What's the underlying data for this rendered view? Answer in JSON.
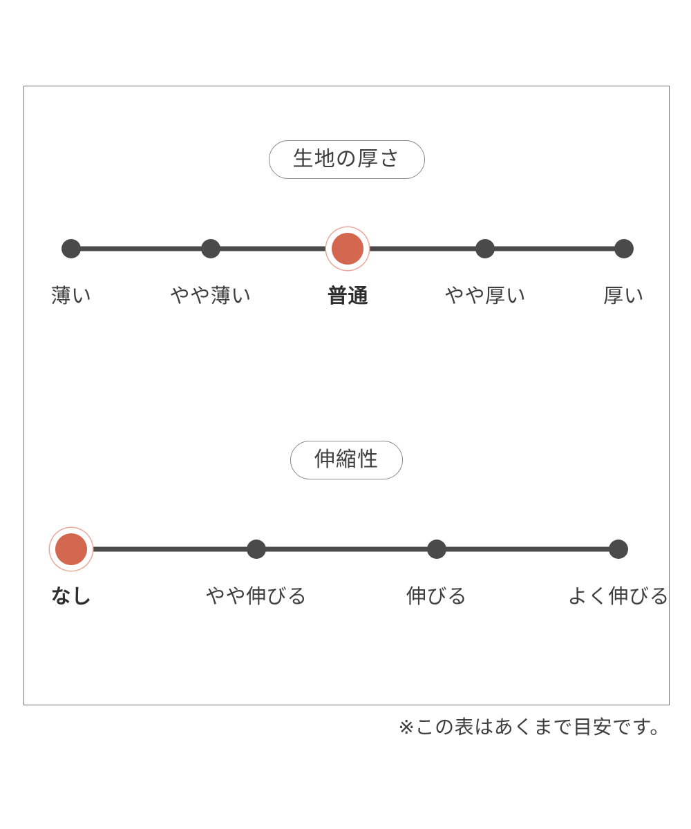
{
  "chart_data": {
    "type": "table",
    "title": "",
    "note": "※この表はあくまで目安です。",
    "scales": [
      {
        "name": "生地の厚さ",
        "categories": [
          "薄い",
          "やや薄い",
          "普通",
          "やや厚い",
          "厚い"
        ],
        "selected_index": 2,
        "selected_label": "普通",
        "positions_pct": [
          7.3,
          28.9,
          50.2,
          71.5,
          93.0
        ]
      },
      {
        "name": "伸縮性",
        "categories": [
          "なし",
          "やや伸びる",
          "伸びる",
          "よく伸びる"
        ],
        "selected_index": 0,
        "selected_label": "なし",
        "positions_pct": [
          7.3,
          36.0,
          64.0,
          92.2
        ]
      }
    ]
  },
  "colors": {
    "selected_dot": "#d4674f",
    "selected_ring": "#e8a999",
    "dot": "#4a4a4a",
    "track": "#4a4a4a",
    "panel_border": "#6f6f6f",
    "pill_border": "#8a8a8a",
    "text": "#3f3f3f",
    "background": "#ffffff"
  },
  "panel": {
    "thickness": {
      "heading": "生地の厚さ",
      "labels": [
        "薄い",
        "やや薄い",
        "普通",
        "やや厚い",
        "厚い"
      ]
    },
    "stretch": {
      "heading": "伸縮性",
      "labels": [
        "なし",
        "やや伸びる",
        "伸びる",
        "よく伸びる"
      ]
    }
  },
  "footnote": "※この表はあくまで目安です。"
}
